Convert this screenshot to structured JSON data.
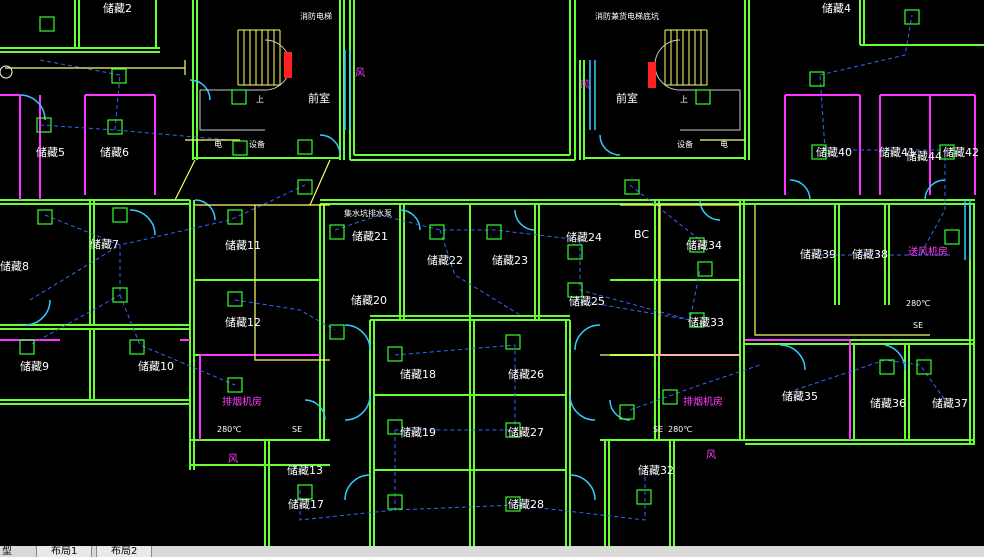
{
  "colors": {
    "background": "#000000",
    "wall_green": "#66ff33",
    "wall_magenta": "#ff33ff",
    "door_cyan": "#33ccff",
    "wire_blue": "#3366ff",
    "wire_yellow": "#ffff66",
    "text_white": "#ffffff",
    "device_red": "#ff2222"
  },
  "labels": {
    "stairs_up_left": "上",
    "stairs_up_right": "上",
    "anteroom_left": "前室",
    "anteroom_right": "前室",
    "fire_elevator": "消防电梯",
    "fire_elevator_combo": "消防兼货电梯底坑",
    "equip_left": "设备",
    "equip_right": "设备",
    "elec_left": "电",
    "elec_right": "电",
    "pump_room": "集水坑排水泵",
    "fan_room_left": "排烟机房",
    "fan_room_right": "排烟机房",
    "fan_room_east": "送风机房",
    "bc_mark": "BC",
    "temp_left": "280℃",
    "temp_right": "280℃",
    "temp_east": "280℃",
    "se_left": "SE",
    "se_right": "SE",
    "se_east": "SE",
    "wind_1": "风",
    "wind_2": "风",
    "wind_3": "风",
    "wind_4": "风"
  },
  "rooms": [
    "储藏2",
    "储藏4",
    "储藏5",
    "储藏6",
    "储藏7",
    "储藏8",
    "储藏9",
    "储藏10",
    "储藏11",
    "储藏12",
    "储藏13",
    "储藏17",
    "储藏18",
    "储藏19",
    "储藏20",
    "储藏21",
    "储藏22",
    "储藏23",
    "储藏24",
    "储藏25",
    "储藏26",
    "储藏27",
    "储藏28",
    "储藏32",
    "储藏33",
    "储藏34",
    "储藏35",
    "储藏36",
    "储藏37",
    "储藏38",
    "储藏39",
    "储藏40",
    "储藏41",
    "储藏42",
    "储藏44"
  ],
  "tabs": [
    "布局1",
    "布局2"
  ],
  "tab_prefix": "型"
}
